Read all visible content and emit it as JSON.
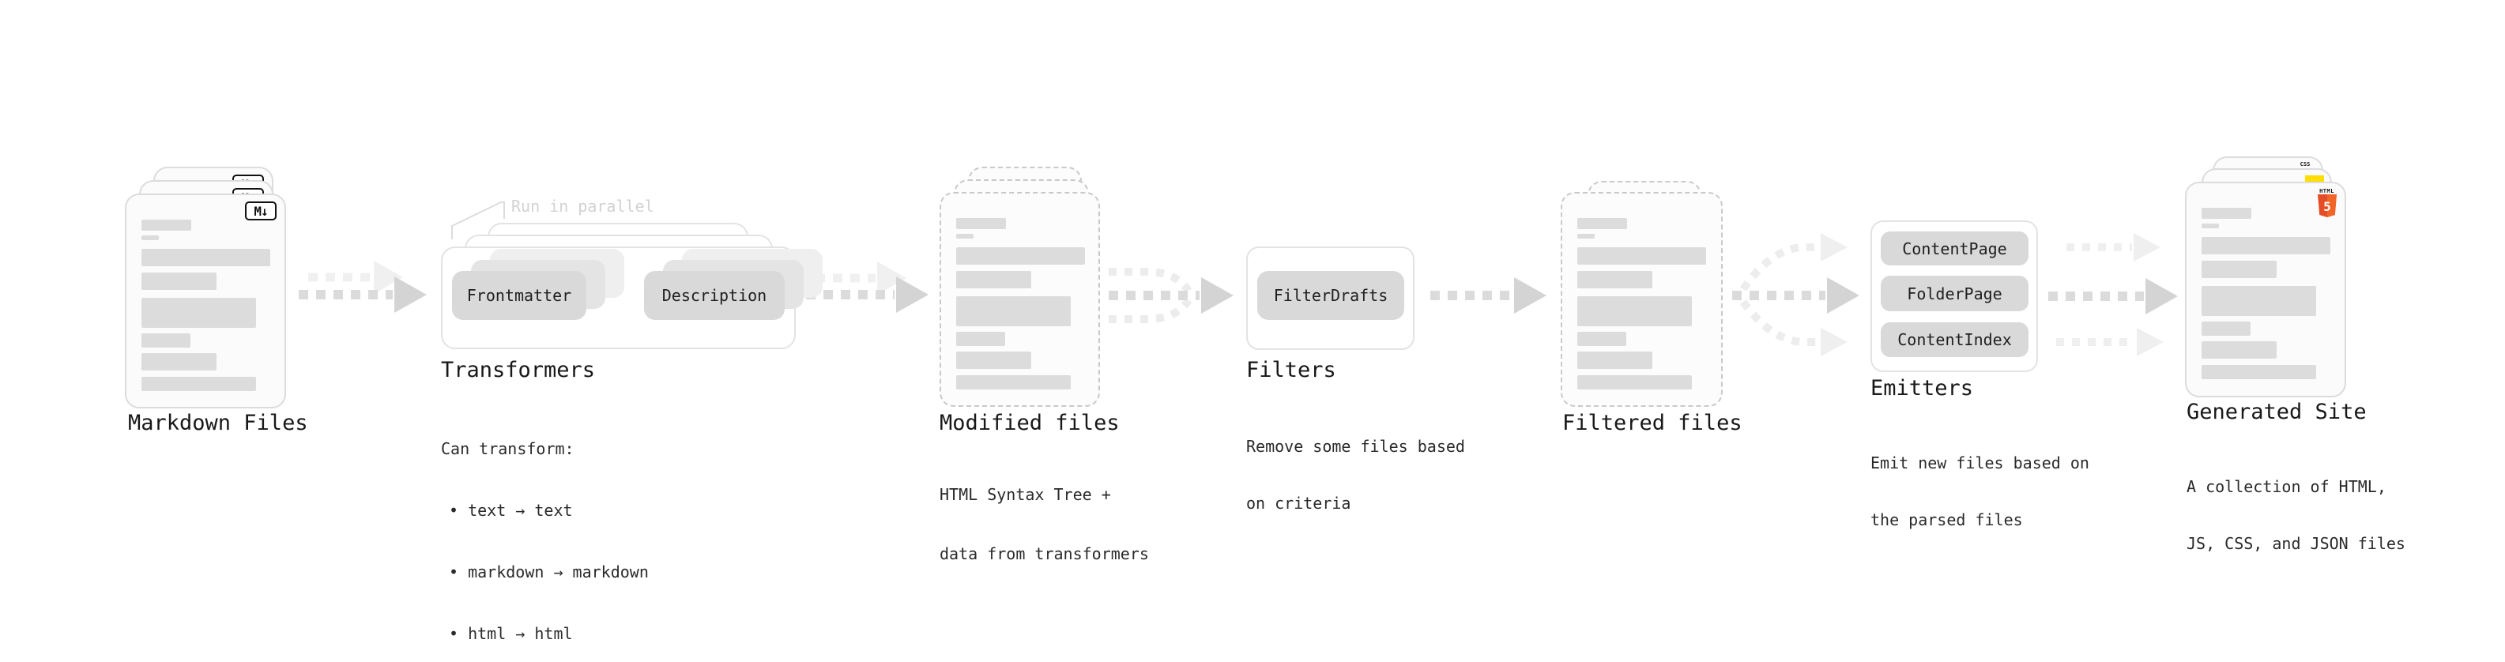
{
  "nodes": {
    "markdown_files": {
      "label": "Markdown Files",
      "badge": "M↓"
    },
    "transformers": {
      "label": "Transformers",
      "annotation": "Run in parallel",
      "pill_from": "Frontmatter",
      "pill_to": "Description",
      "description_heading": "Can transform:",
      "bullets": [
        "• text → text",
        "• markdown → markdown",
        "• html → html"
      ]
    },
    "modified_files": {
      "label": "Modified files",
      "description": [
        "HTML Syntax Tree +",
        "data from transformers"
      ]
    },
    "filters": {
      "label": "Filters",
      "pill": "FilterDrafts",
      "description": [
        "Remove some files based",
        "on criteria"
      ]
    },
    "filtered_files": {
      "label": "Filtered files"
    },
    "emitters": {
      "label": "Emitters",
      "pills": [
        "ContentPage",
        "FolderPage",
        "ContentIndex"
      ],
      "description": [
        "Emit new files based on",
        "the parsed files"
      ]
    },
    "generated_site": {
      "label": "Generated Site",
      "description": [
        "A collection of HTML,",
        "JS, CSS, and JSON files"
      ],
      "badges": {
        "css": "CSS",
        "html": "HTML",
        "html_number": "5"
      }
    }
  },
  "colors": {
    "js_yellow": "#ffdd00",
    "css_blue": "#2760e6",
    "html_orange": "#e44d26",
    "html_orange_light": "#f16529",
    "pill_gray": "#d9d9d9",
    "arrow_gray": "#d4d4d4"
  }
}
